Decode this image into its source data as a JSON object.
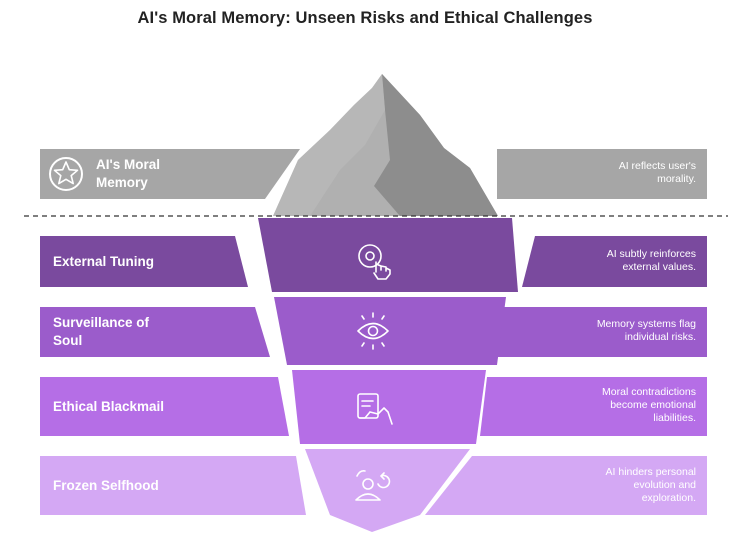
{
  "title": "AI's Moral Memory: Unseen Risks and Ethical Challenges",
  "colors": {
    "gray": "#a6a6a6",
    "tier1": "#7a4a9e",
    "tier2": "#9b5ccb",
    "tier3": "#b56ee6",
    "tier4": "#d4a8f4",
    "ice_tip": "#b0b0b0",
    "ice_shadow": "#8a8a8a"
  },
  "top": {
    "label": "AI's Moral\nMemory",
    "description": "AI reflects user's\nmorality.",
    "icon": "star-icon"
  },
  "tiers": [
    {
      "label": "External Tuning",
      "description": "AI subtly reinforces\nexternal values.",
      "icon": "touch-disc-icon"
    },
    {
      "label": "Surveillance of\nSoul",
      "description": "Memory systems flag\nindividual risks.",
      "icon": "eye-icon"
    },
    {
      "label": "Ethical Blackmail",
      "description": "Moral contradictions\nbecome emotional\nliabilities.",
      "icon": "document-hand-icon"
    },
    {
      "label": "Frozen Selfhood",
      "description": "AI hinders personal\nevolution and\nexploration.",
      "icon": "person-refresh-icon"
    }
  ]
}
